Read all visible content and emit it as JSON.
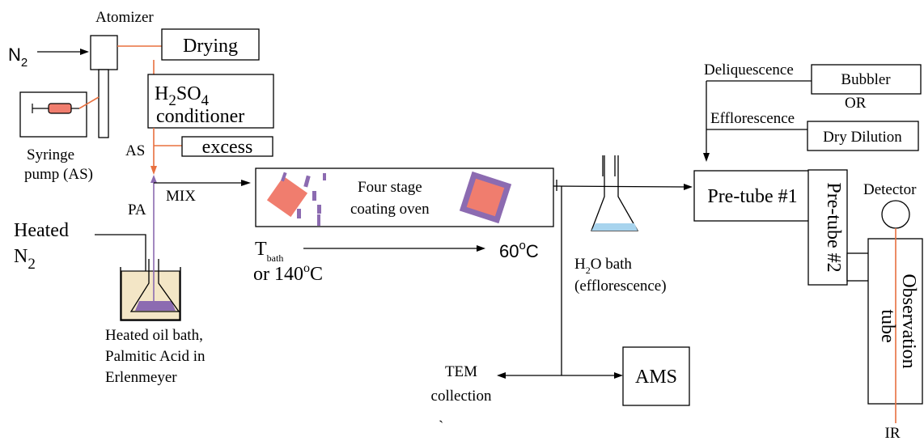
{
  "labels": {
    "atomizer": "Atomizer",
    "n2": "N",
    "n2_sub": "2",
    "drying": "Drying",
    "h2so4": "H",
    "h2so4_sub1": "2",
    "h2so4_mid": "SO",
    "h2so4_sub2": "4",
    "conditioner": "conditioner",
    "syringe_line1": "Syringe",
    "syringe_line2": "pump (AS)",
    "as": "AS",
    "excess": "excess",
    "pa": "PA",
    "mix": "MIX",
    "heated": "Heated",
    "heated_n2": "N",
    "heated_n2_sub": "2",
    "oil_line1": "Heated oil bath,",
    "oil_line2": "Palmitic Acid in",
    "oil_line3": "Erlenmeyer",
    "oven_line1": "Four stage",
    "oven_line2": "coating oven",
    "t": "T",
    "t_sub": "bath",
    "or_140": "or 140",
    "deg_o": "o",
    "c": "C",
    "sixty": "60",
    "sixty_o": "o",
    "sixty_c": "C",
    "h2o_h": "H",
    "h2o_sub": "2",
    "h2o_rest": "O bath",
    "efflorescence_paren": "(efflorescence)",
    "tem_line1": "TEM",
    "tem_line2": "collection",
    "ams": "AMS",
    "deliquescence": "Deliquescence",
    "bubbler": "Bubbler",
    "or": "OR",
    "efflorescence": "Efflorescence",
    "dry_dilution": "Dry Dilution",
    "pretube1": "Pre-tube #1",
    "pretube2": "Pre-tube #2",
    "detector": "Detector",
    "observation": "Observation",
    "tube": "tube",
    "ir": "IR",
    "stray_mark": "`"
  },
  "colors": {
    "orange_line": "#e8703f",
    "particle_fill": "#f07d6e",
    "coating_purple": "#8c6bb1",
    "water_blue": "#a8d4ee",
    "oil_bath": "#f3e6c6"
  }
}
